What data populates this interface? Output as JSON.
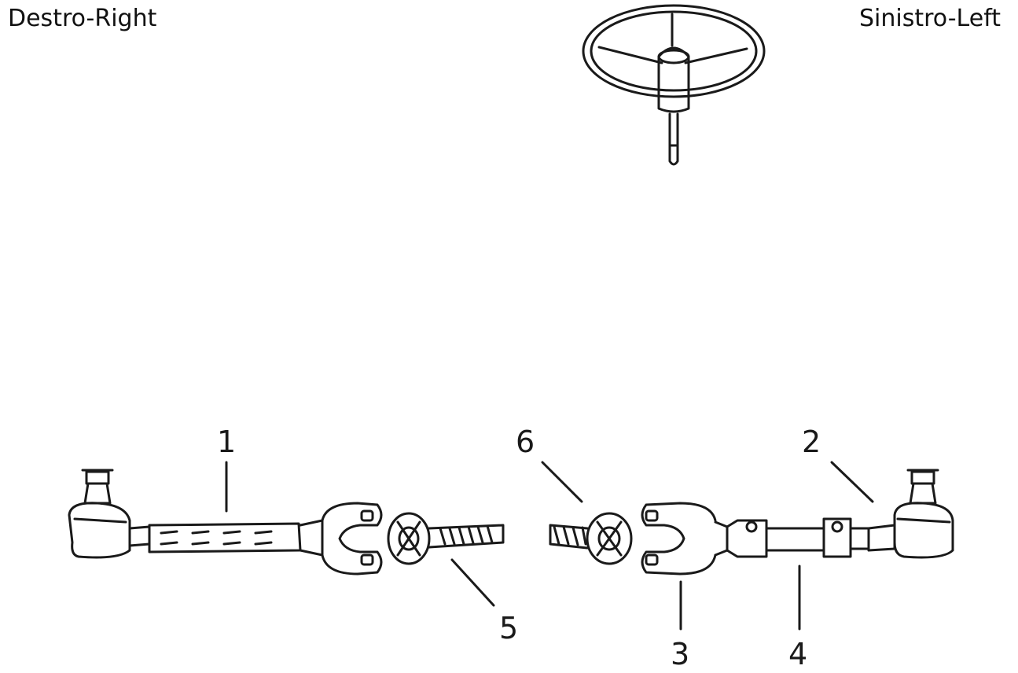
{
  "labels": {
    "right_side": "Destro-Right",
    "left_side": "Sinistro-Left"
  },
  "callouts": [
    "1",
    "2",
    "3",
    "4",
    "5",
    "6"
  ],
  "colors": {
    "ink": "#1a1a1a",
    "background": "#ffffff"
  },
  "icons": {
    "steering": "steering-wheel-icon"
  }
}
